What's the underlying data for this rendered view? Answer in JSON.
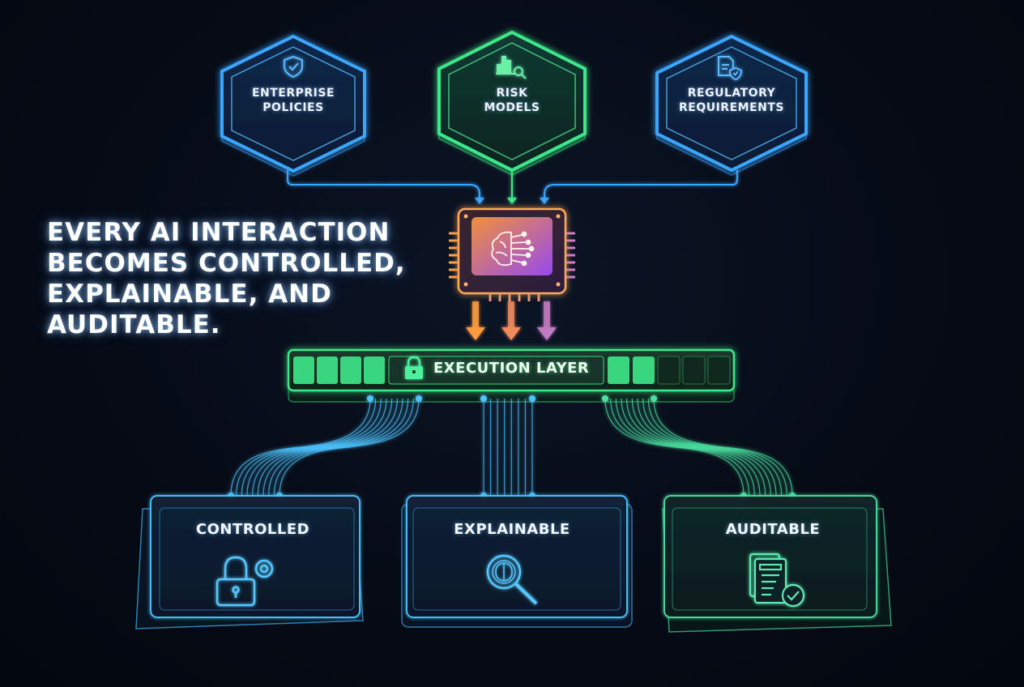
{
  "inputs": [
    {
      "label_line1": "ENTERPRISE",
      "label_line2": "POLICIES",
      "icon": "shield-check-icon",
      "color": "#3aa6ff"
    },
    {
      "label_line1": "RISK",
      "label_line2": "MODELS",
      "icon": "bar-chart-search-icon",
      "color": "#3ee88a"
    },
    {
      "label_line1": "REGULATORY",
      "label_line2": "REQUIREMENTS",
      "icon": "document-shield-icon",
      "color": "#3aa6ff"
    }
  ],
  "processor": {
    "icon": "brain-circuit-icon",
    "colors": [
      "#ff9a3c",
      "#b45cff"
    ]
  },
  "headline": {
    "lines": [
      "EVERY AI INTERACTION",
      "BECOMES CONTROLLED,",
      "EXPLAINABLE, AND",
      "AUDITABLE."
    ]
  },
  "execution_layer": {
    "label": "EXECUTION LAYER",
    "icon": "lock-icon",
    "color": "#3ee88a",
    "left_segments_filled": 4,
    "right_segments_filled": 2,
    "right_segments_total": 5
  },
  "outputs": [
    {
      "title": "CONTROLLED",
      "icon": "lock-gear-icon",
      "color": "#4cc4ff"
    },
    {
      "title": "EXPLAINABLE",
      "icon": "brain-magnifier-icon",
      "color": "#4cc4ff"
    },
    {
      "title": "AUDITABLE",
      "icon": "document-check-icon",
      "color": "#4be0a0"
    }
  ]
}
